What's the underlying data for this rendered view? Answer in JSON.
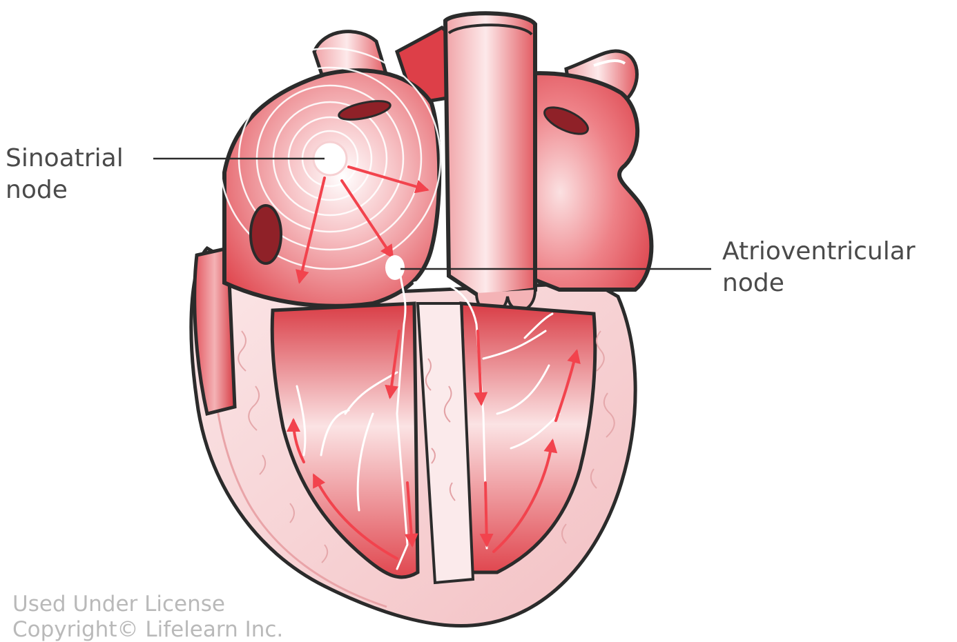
{
  "labels": {
    "sinoatrial": {
      "line1": "Sinoatrial",
      "line2": "node"
    },
    "atrioventricular": {
      "line1": "Atrioventricular",
      "line2": "node"
    }
  },
  "watermark": {
    "line1": "Used Under License",
    "line2": "Copyright© Lifelearn Inc."
  },
  "colors": {
    "muscle": "#e0474f",
    "muscle_light": "#f6c9cb",
    "outline": "#2b2b2b",
    "conduction_arrow": "#f2434d",
    "label_text": "#4a4a4a",
    "watermark_text": "#b9b9b9"
  }
}
